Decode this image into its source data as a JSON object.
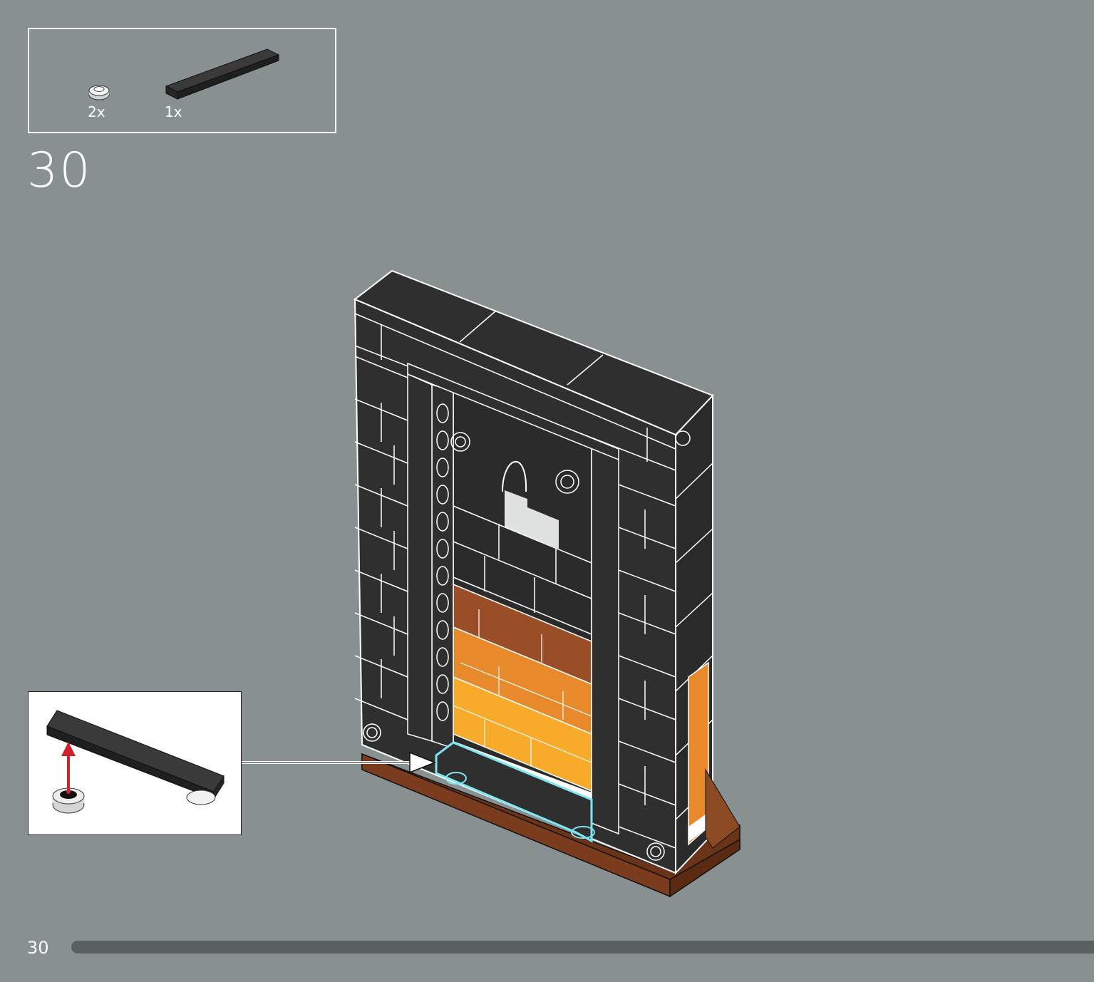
{
  "step": {
    "number": "30"
  },
  "page": {
    "number": "30"
  },
  "parts": [
    {
      "qty": "2x",
      "icon": "round-plate-1x1-light-gray"
    },
    {
      "qty": "1x",
      "icon": "tile-1x6-dark-gray"
    }
  ],
  "colors": {
    "background": "#889092",
    "brick_dark": "#2f2f2f",
    "outline": "#ffffff",
    "highlight": "#7ee6f0",
    "arrow": "#d1202a",
    "brown": "#8b4a24",
    "orange": "#e8892c",
    "yellow": "#f8aa2a",
    "gray_light": "#e0e2e2",
    "progress_track": "#5a6062"
  },
  "progress": {
    "fraction": 0.0
  }
}
